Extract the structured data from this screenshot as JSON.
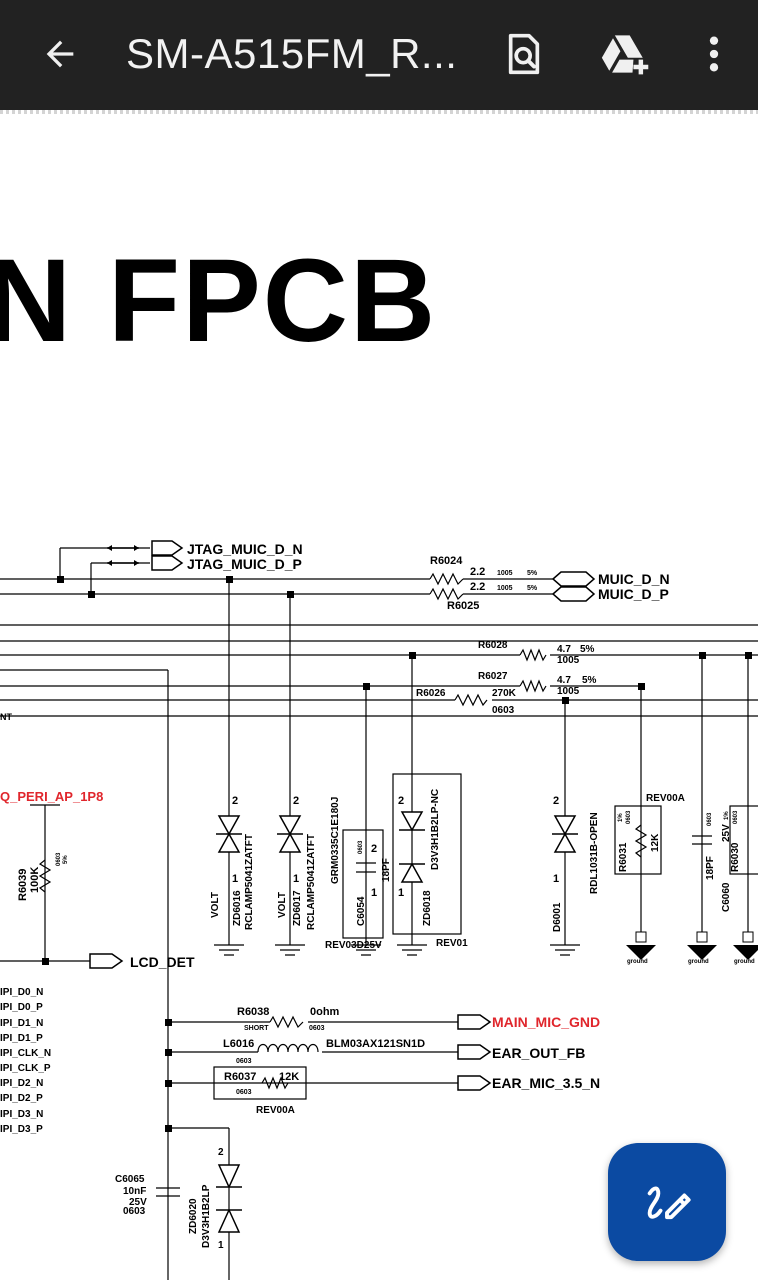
{
  "toolbar": {
    "title": "SM-A515FM_R...",
    "back_icon": "arrow-left-icon",
    "search_icon": "find-in-page-icon",
    "drive_icon": "drive-add-icon",
    "more_icon": "more-vert-icon"
  },
  "document": {
    "heading": "N FPCB",
    "labels": {
      "jtag_d_n": "JTAG_MUIC_D_N",
      "jtag_d_p": "JTAG_MUIC_D_P",
      "muic_d_n": "MUIC_D_N",
      "muic_d_p": "MUIC_D_P",
      "r6024": "R6024",
      "r6024_val": "2.2",
      "r6024_pkg": "1005",
      "r6024_tol": "5%",
      "r6025": "R6025",
      "r6025_val": "2.2",
      "r6025_pkg": "1005",
      "r6025_tol": "5%",
      "r6028": "R6028",
      "r6028_val": "4.7",
      "r6028_tol": "5%",
      "r6028_pkg": "1005",
      "r6027": "R6027",
      "r6027_val": "4.7",
      "r6027_tol": "5%",
      "r6027_pkg": "1005",
      "r6026": "R6026",
      "r6026_val": "270K",
      "r6026_pkg": "0603",
      "net_nt": "NT",
      "q_peri": "Q_PERI_AP_1P8",
      "r6039": "R6039",
      "r6039_val": "100K",
      "r6039_pkg": "0603",
      "r6039_tol": "5%",
      "lcd_det": "LCD_DET",
      "pin2_a": "2",
      "pin2_b": "2",
      "pin2_c": "2",
      "pin2_d": "2",
      "pin2_e": "2",
      "pin1_a": "1",
      "pin1_b": "1",
      "pin1_c": "1",
      "pin1_d": "1",
      "pin1_e": "1",
      "volt_a": "VOLT",
      "volt_b": "VOLT",
      "zd6016": "ZD6016",
      "zd6016_part": "RCLAMP5041ZATFT",
      "zd6017": "ZD6017",
      "zd6017_part": "RCLAMP5041ZATFT",
      "grm": "GRM0335C1E180J",
      "c6054": "C6054",
      "c6054_pkg": "0603",
      "c6054_val": "18PF",
      "rev03d25v": "REV03D25V",
      "zd6018_part": "D3V3H1B2LP-NC",
      "zd6018": "ZD6018",
      "rev01": "REV01",
      "rdl": "RDL1031B-OPEN",
      "d6001": "D6001",
      "rev00a_a": "REV00A",
      "r6031": "R6031",
      "r6031_val": "12K",
      "r6031_tol": "1%",
      "r6031_pkg": "0603",
      "cap_pkg": "0603",
      "c_val_18pf": "18PF",
      "v25": "25V",
      "c6060": "C6060",
      "r6030": "R6030",
      "r6030_tol": "1%",
      "r6030_pkg": "0603",
      "gnd_a": "ground",
      "gnd_b": "ground",
      "gnd_c": "ground",
      "mipi": [
        "IPI_D0_N",
        "IPI_D0_P",
        "IPI_D1_N",
        "IPI_D1_P",
        "IPI_CLK_N",
        "IPI_CLK_P",
        "IPI_D2_N",
        "IPI_D2_P",
        "IPI_D3_N",
        "IPI_D3_P"
      ],
      "r6038": "R6038",
      "r6038_val": "0ohm",
      "r6038_note": "SHORT",
      "r6038_pkg": "0603",
      "main_mic_gnd": "MAIN_MIC_GND",
      "l6016": "L6016",
      "l6016_pkg": "0603",
      "l6016_part": "BLM03AX121SN1D",
      "ear_out_fb": "EAR_OUT_FB",
      "r6037": "R6037",
      "r6037_val": "12K",
      "r6037_pkg": "0603",
      "rev00a_b": "REV00A",
      "ear_mic": "EAR_MIC_3.5_N",
      "c6065": "C6065",
      "c6065_val": "10nF",
      "c6065_v": "25V",
      "c6065_pkg": "0603",
      "zd6020": "ZD6020",
      "zd6020_part": "D3V3H1B2LP",
      "pin2_f": "2",
      "pin1_f": "1"
    }
  },
  "fab": {
    "icon": "edit-pen-icon"
  },
  "colors": {
    "toolbar": "#222222",
    "fab": "#0b4aa2",
    "net_red": "#e0262c"
  }
}
